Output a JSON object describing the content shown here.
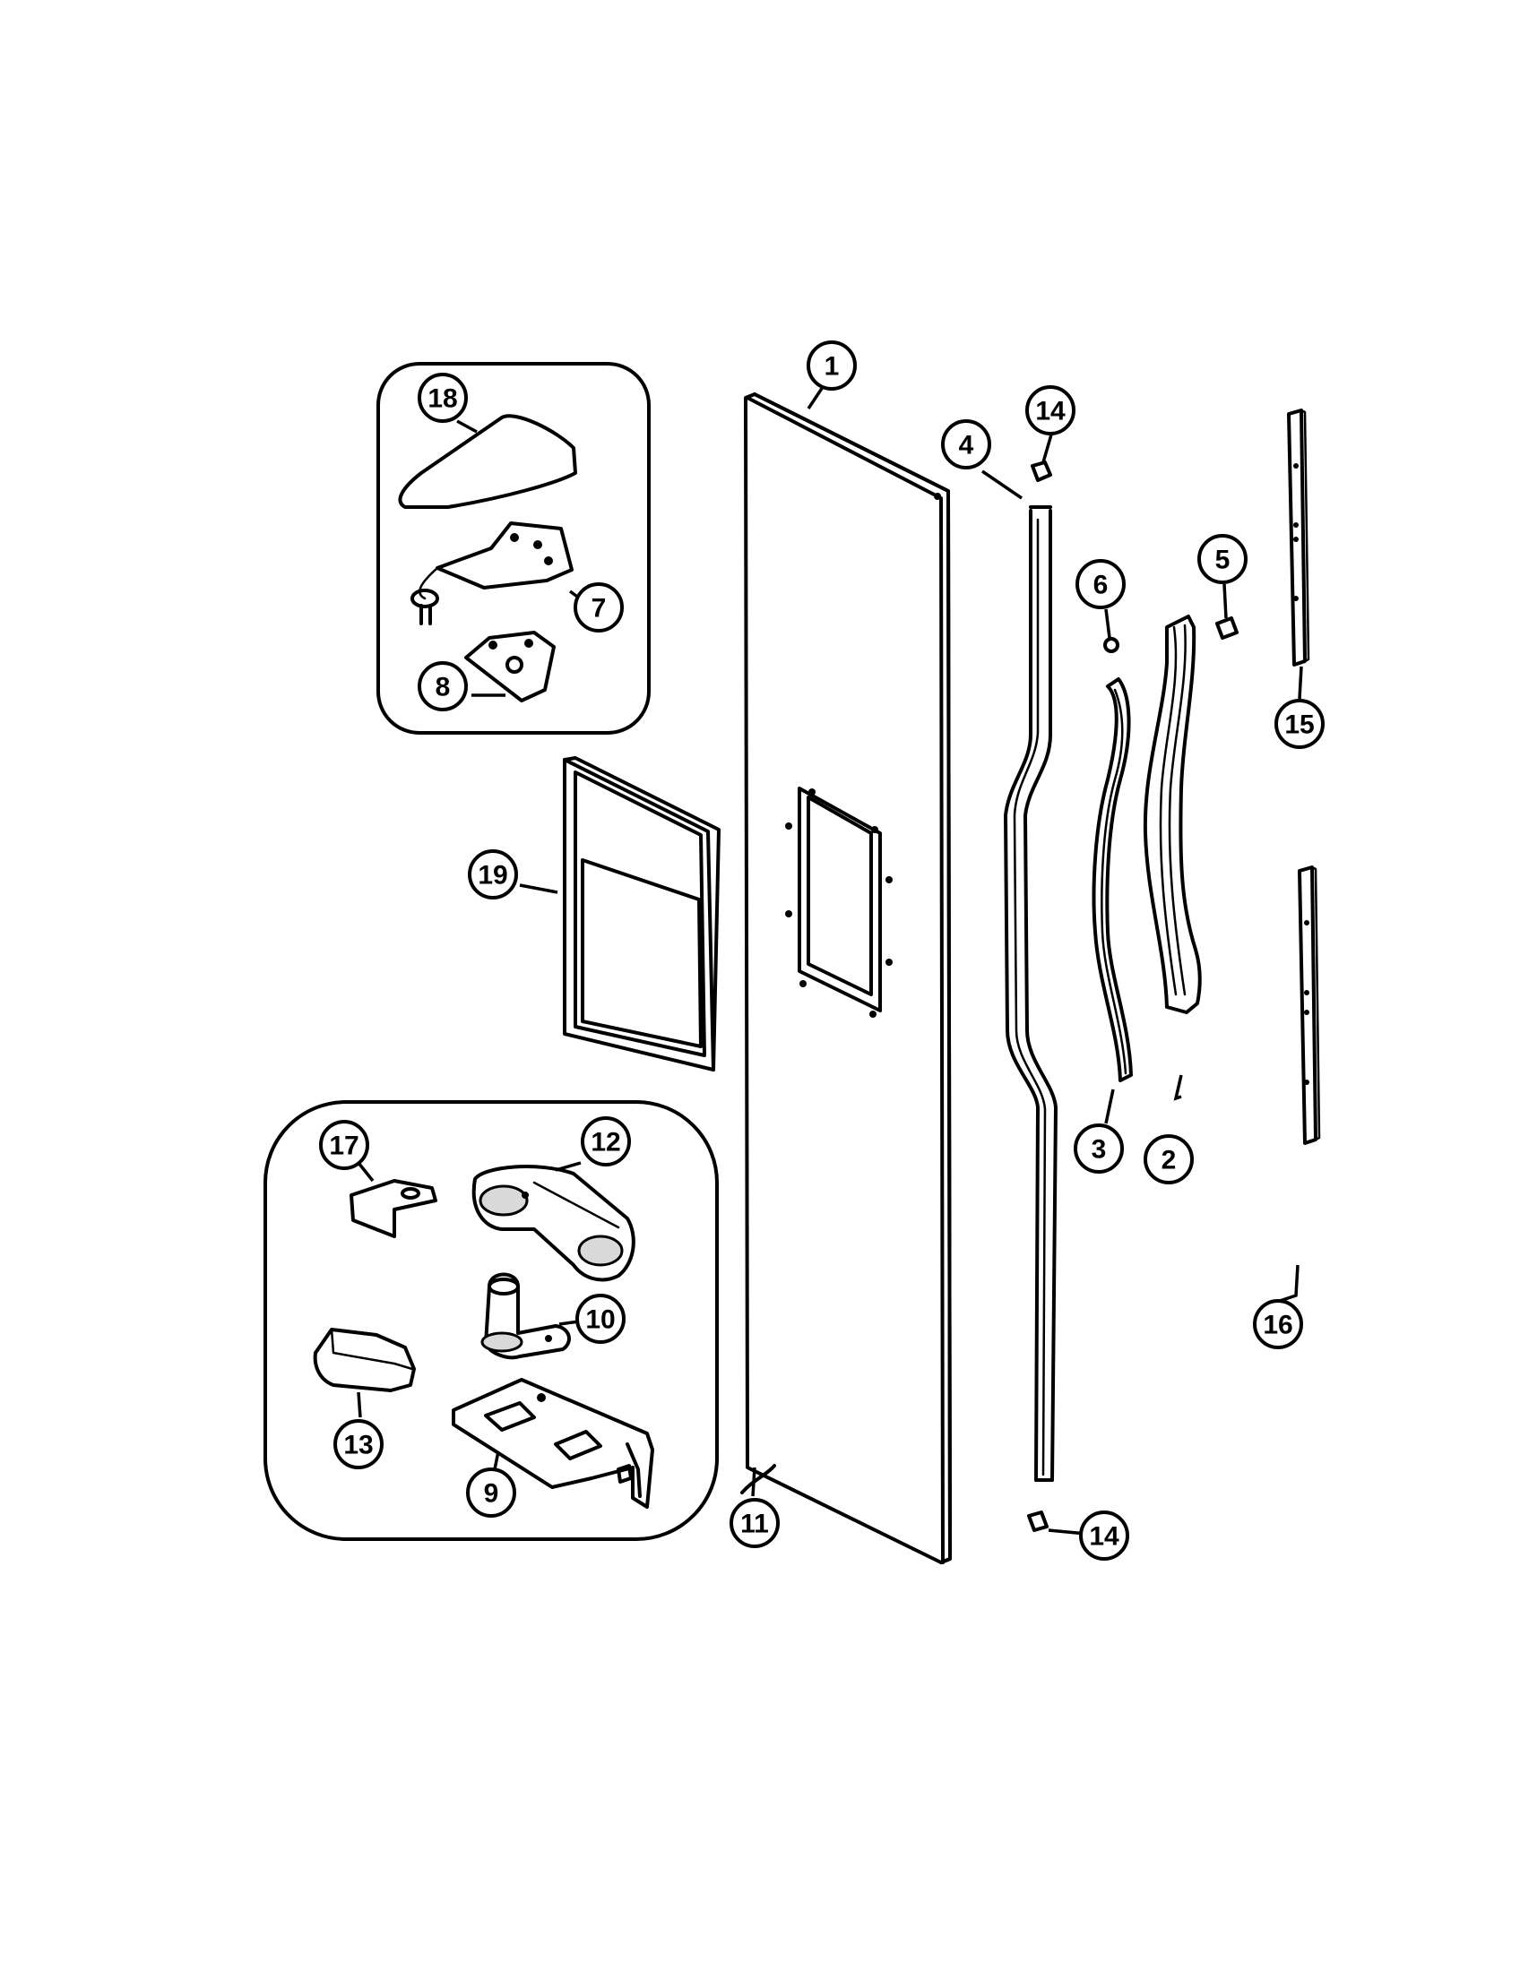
{
  "callouts": [
    {
      "id": "c1",
      "label": "1"
    },
    {
      "id": "c2",
      "label": "2"
    },
    {
      "id": "c3",
      "label": "3"
    },
    {
      "id": "c4",
      "label": "4"
    },
    {
      "id": "c5",
      "label": "5"
    },
    {
      "id": "c6",
      "label": "6"
    },
    {
      "id": "c7",
      "label": "7"
    },
    {
      "id": "c8",
      "label": "8"
    },
    {
      "id": "c9",
      "label": "9"
    },
    {
      "id": "c10",
      "label": "10"
    },
    {
      "id": "c11",
      "label": "11"
    },
    {
      "id": "c12",
      "label": "12"
    },
    {
      "id": "c13",
      "label": "13"
    },
    {
      "id": "c14a",
      "label": "14"
    },
    {
      "id": "c14b",
      "label": "14"
    },
    {
      "id": "c15",
      "label": "15"
    },
    {
      "id": "c16",
      "label": "16"
    },
    {
      "id": "c17",
      "label": "17"
    },
    {
      "id": "c18",
      "label": "18"
    },
    {
      "id": "c19",
      "label": "19"
    }
  ]
}
